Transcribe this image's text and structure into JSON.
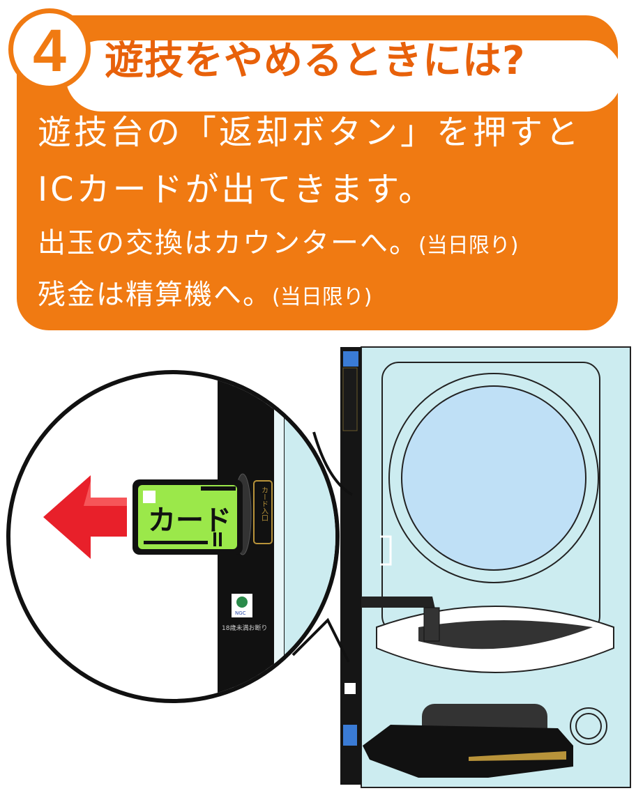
{
  "header": {
    "step_number": "4",
    "title": "遊技をやめるときには?"
  },
  "body": {
    "line1": "遊技台の「返却ボタン」を押すと",
    "line2": "ICカードが出てきます。",
    "line3_main": "出玉の交換はカウンターへ。",
    "line3_note": "(当日限り)",
    "line4_main": "残金は精算機へ。",
    "line4_note": "(当日限り)"
  },
  "illustration": {
    "card_label": "カード",
    "slot_label": "カード入口",
    "logo_text": "NGC",
    "age_notice": "18歳未満お断り"
  },
  "colors": {
    "accent_orange": "#f07a12",
    "title_orange": "#e8610a",
    "card_green": "#9be84a",
    "arrow_red": "#e8202a",
    "machine_panel": "#ccecf0"
  }
}
